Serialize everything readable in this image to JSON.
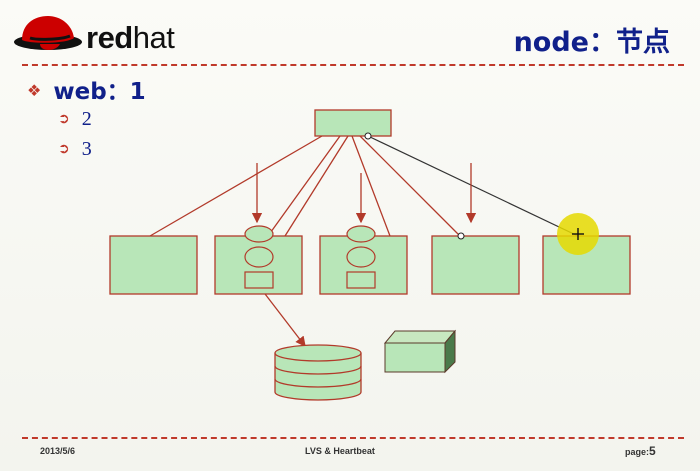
{
  "header": {
    "logo_text_bold": "red",
    "logo_text_light": "hat",
    "title": "node：节点"
  },
  "content": {
    "bullet_symbol": "❖",
    "sub_symbol": "➲",
    "main_bullet": "web：1",
    "sub_items": [
      "2",
      "3"
    ]
  },
  "footer": {
    "date": "2013/5/6",
    "center": "LVS & Heartbeat",
    "page_label": "page:",
    "page_number": "5"
  },
  "colors": {
    "title": "#10208a",
    "accent_red": "#c0392b",
    "box_fill": "#b8e6b8",
    "box_stroke": "#b23a2a",
    "cursor_highlight": "#e5d900"
  }
}
